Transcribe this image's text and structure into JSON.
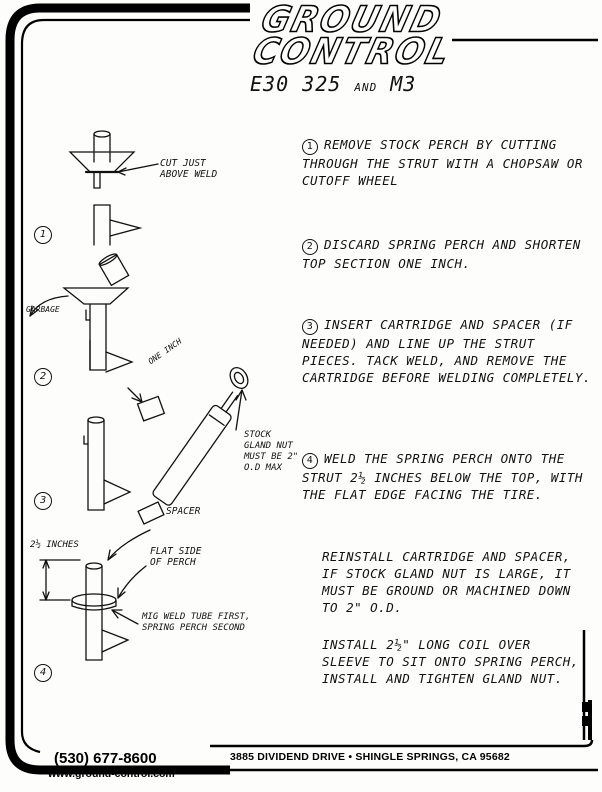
{
  "logo": {
    "line1": "GROUND",
    "line2": "CONTROL"
  },
  "title": {
    "model": "E30 325",
    "and": "AND",
    "model2": "M3"
  },
  "steps": [
    {
      "num": "1",
      "text": "REMOVE STOCK PERCH BY CUTTING THROUGH THE STRUT WITH A CHOPSAW OR CUTOFF WHEEL"
    },
    {
      "num": "2",
      "text": "DISCARD SPRING PERCH AND SHORTEN TOP SECTION ONE INCH."
    },
    {
      "num": "3",
      "text": "INSERT CARTRIDGE AND SPACER (IF NEEDED) AND LINE UP THE STRUT PIECES. TACK WELD, AND REMOVE THE CARTRIDGE BEFORE WELDING COMPLETELY."
    },
    {
      "num": "4",
      "text": "WELD THE SPRING PERCH ONTO THE STRUT 2½ INCHES BELOW THE TOP, WITH THE FLAT EDGE FACING THE TIRE."
    }
  ],
  "notes": [
    "REINSTALL CARTRIDGE AND SPACER, IF STOCK GLAND NUT IS LARGE, IT MUST BE GROUND OR MACHINED DOWN TO 2\" O.D.",
    "INSTALL 2½\" LONG COIL OVER SLEEVE TO SIT ONTO SPRING PERCH, INSTALL AND TIGHTEN GLAND NUT."
  ],
  "diagram": {
    "numbers": [
      "1",
      "2",
      "3",
      "4"
    ],
    "cut_label": "CUT JUST ABOVE WELD",
    "garbage_label": "GARBAGE",
    "one_inch_label": "ONE INCH",
    "stock_gland_label": "STOCK GLAND NUT MUST BE 2\" O.D MAX",
    "spacer_label": "SPACER",
    "inches_label": "2½ INCHES",
    "flat_side_label": "FLAT SIDE OF PERCH",
    "mig_weld_label": "MIG WELD TUBE FIRST, SPRING PERCH SECOND"
  },
  "footer": {
    "phone": "(530) 677-8600",
    "website": "www.ground-control.com",
    "address": "3885 DIVIDEND DRIVE • SHINGLE SPRINGS, CA 95682"
  }
}
